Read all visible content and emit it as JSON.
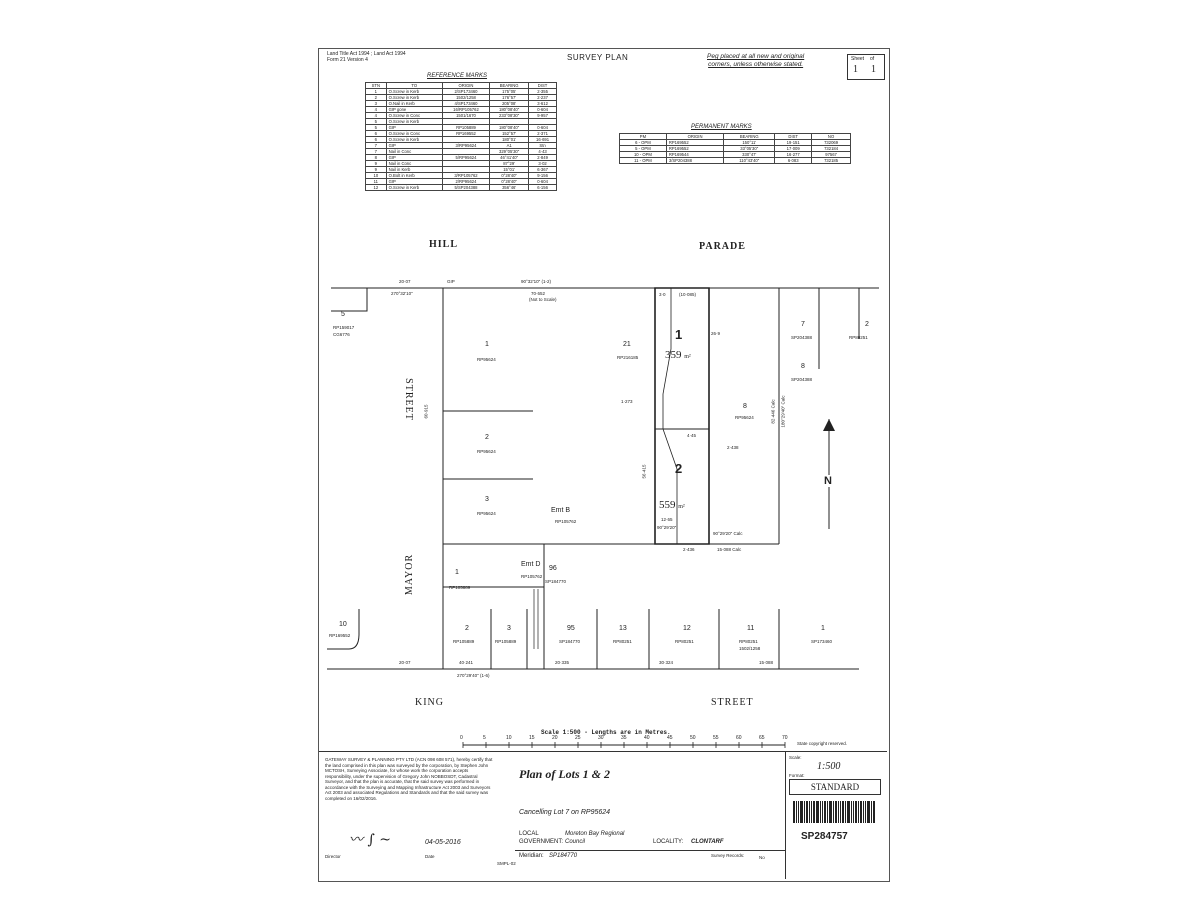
{
  "header": {
    "acts": "Land Title Act 1994 ; Land Act 1994",
    "form": "Form 21 Version 4",
    "title": "SURVEY PLAN",
    "peg_note_line1": "Peg placed at all new and original",
    "peg_note_line2": "corners, unless otherwise stated.",
    "sheet_label": "Sheet",
    "of_label": "of",
    "sheet_num": "1",
    "sheet_total": "1"
  },
  "reference_marks": {
    "caption": "REFERENCE MARKS",
    "columns": [
      "STN",
      "TO",
      "ORIGIN",
      "BEARING",
      "DIST"
    ],
    "rows": [
      [
        "1",
        "O.Screw in Kerb",
        "2/SP173460",
        "175°05'",
        "2·355"
      ],
      [
        "2",
        "O.Screw in Kerb",
        "1502/1258",
        "176°57'",
        "2·237"
      ],
      [
        "3",
        "O.Nail in Kerb",
        "4/SP173460",
        "205°08'",
        "3·612"
      ],
      [
        "4",
        "GIP gone",
        "16/RP105762",
        "180°08'40\"",
        "0·604"
      ],
      [
        "4",
        "O.Screw in Conc",
        "1501/1670",
        "233°08'30\"",
        "9·957"
      ],
      [
        "5",
        "O.Screw in Kerb",
        "",
        "",
        ""
      ],
      [
        "5",
        "GIP",
        "RP105889",
        "180°08'40\"",
        "0·604"
      ],
      [
        "6",
        "O.Screw in Conc",
        "RP169552",
        "152°57'",
        "2·371"
      ],
      [
        "6",
        "O.Screw in Kerb",
        "",
        "180°01'",
        "16·691"
      ],
      [
        "7",
        "GIP",
        "3/RP95624",
        "A1",
        "Stn"
      ],
      [
        "7",
        "Nail in Conc",
        "",
        "329°05'30\"",
        "4·43"
      ],
      [
        "8",
        "GIP",
        "5/RP95624",
        "46°41'40\"",
        "2·849"
      ],
      [
        "9",
        "Nail in Conc",
        "",
        "87°29'",
        "3·02"
      ],
      [
        "9",
        "Nail in Kerb",
        "",
        "15°01'",
        "6·367"
      ],
      [
        "10",
        "O.Bolt in Kerb",
        "3/RP105762",
        "0°28'40\"",
        "9·156"
      ],
      [
        "11",
        "GIP",
        "2/RP95624",
        "0°28'40\"",
        "0·604"
      ],
      [
        "12",
        "O.Screw in Kerb",
        "5/SP204388",
        "356°46'",
        "6·156"
      ]
    ]
  },
  "permanent_marks": {
    "caption": "PERMANENT MARKS",
    "columns": [
      "PM",
      "ORIGIN",
      "BEARING",
      "DIST",
      "NO"
    ],
    "rows": [
      [
        "6 - OPM",
        "RP169552",
        "150°11'",
        "19·151",
        "732069"
      ],
      [
        "5 - OPM",
        "RP169552",
        "33°05'30\"",
        "17·009",
        "732184"
      ],
      [
        "10 - OPM",
        "RP169544",
        "330°47'",
        "16·277",
        "97567"
      ],
      [
        "11 - OPM",
        "3/SP204388",
        "110°43'40\"",
        "6·083",
        "732185"
      ]
    ]
  },
  "streets": {
    "hill": "HILL",
    "parade": "PARADE",
    "mayor": "MAYOR",
    "street_left": "STREET",
    "king": "KING",
    "street_bottom": "STREET"
  },
  "lots": {
    "lot1_num": "1",
    "lot1_area": "359",
    "lot2_num": "2",
    "lot2_area": "559",
    "area_unit": "m²"
  },
  "neighbours": [
    {
      "num": "5",
      "rp": "RP159017",
      "plan": "CG6776"
    },
    {
      "num": "1",
      "rp": "RP95624"
    },
    {
      "num": "2",
      "rp": "RP95624"
    },
    {
      "num": "3",
      "rp": "RP95624"
    },
    {
      "num": "21",
      "rp": "RP216185"
    },
    {
      "num": "8",
      "rp": "RP95624"
    },
    {
      "num": "7",
      "rp": "SP204388"
    },
    {
      "num": "8",
      "rp": "SP204388"
    },
    {
      "num": "2",
      "rp": "RP80251"
    },
    {
      "num": "1",
      "rp": "RP105889"
    },
    {
      "num": "10",
      "rp": "RP169552"
    },
    {
      "num": "2",
      "rp": "RP105889"
    },
    {
      "num": "3",
      "rp": "RP105889"
    },
    {
      "num": "95",
      "rp": "SP184770"
    },
    {
      "num": "13",
      "rp": "RP80251"
    },
    {
      "num": "12",
      "rp": "RP80251"
    },
    {
      "num": "11",
      "rp": "RP80251",
      "plan": "1502/1258"
    },
    {
      "num": "1",
      "rp": "SP173460"
    }
  ],
  "easements": {
    "emt_b": "Emt B",
    "emt_b_rp": "RP105762",
    "emt_d": "Emt D",
    "emt_d_rp": "RP105762",
    "emt_96": "96",
    "emt_96_rp": "SP184770"
  },
  "dims": {
    "top_left": "20·07",
    "top_bearing": "270°32'10\"",
    "top_gip": "GIP",
    "top_line": "90°32'10\" (1-2)",
    "top_len": "70·652",
    "not_to_scale": "(Not to Scale)",
    "lot1_front": "3·0",
    "lot1_front2": "(10·085)",
    "mid_bearing": "90°29'20\" Calc",
    "mid_len": "15·088 Calc",
    "mid_len2": "2·436",
    "bottom_left": "20·07",
    "bottom_bearing": "270°29'40\" (1-6)",
    "bottom_len1": "40·241",
    "bottom_len2": "20·335",
    "bottom_len3": "30·324",
    "bottom_len4": "15·088",
    "side_len": "60·915",
    "lot2_bottom": "12·65",
    "lot2_bearing": "90°29'20\"",
    "dim_563": "56·415",
    "dim_269": "26·9",
    "dim_1273": "1·273",
    "dim_2438": "2·438",
    "dim_445": "4·45",
    "dim_cals": "82·446 Calc",
    "dim_cals2": "180°29'40\" Calc"
  },
  "scale_bar": {
    "caption": "Scale 1:500 - Lengths are in Metres.",
    "ticks": [
      "0",
      "5",
      "10",
      "15",
      "20",
      "25",
      "30",
      "35",
      "40",
      "45",
      "50",
      "55",
      "60",
      "65",
      "70"
    ],
    "copyright": "State copyright reserved."
  },
  "footer": {
    "surveyor_statement": "GATEWAY SURVEY & PLANNING PTY LTD (ACN 098 608 571), hereby certify that the land comprised in this plan was surveyed by the corporation, by Stephen John MCTOSH, Surveying Associate, for whose work the corporation accepts responsibility, under the supervision of Gregory John NOBBOSDT, Cadastral Surveyor, and that the plan is accurate, that the said survey was performed in accordance with the Surveying and Mapping Infrastructure Act 2003 and Surveyors Act 2003 and associated Regulations and Standards and that the said survey was completed on 16/02/2016.",
    "director_label": "Director",
    "date_label": "Date",
    "signature_date": "04-05-2016",
    "form_code": "SMPL-02",
    "plan_title": "Plan of Lots 1 & 2",
    "cancelling": "Cancelling Lot 7 on RP95624",
    "local_gov_label_1": "LOCAL",
    "local_gov_label_2": "GOVERNMENT:",
    "local_gov_value_1": "Moreton Bay Regional",
    "local_gov_value_2": "Council",
    "locality_label": "LOCALITY:",
    "locality_value": "CLONTARF",
    "meridian_label": "Meridian:",
    "meridian_value": "SP184770",
    "survey_records_label": "Survey Records:",
    "survey_records_value": "No",
    "scale_label": "Scale:",
    "scale_value": "1:500",
    "format_label": "Format:",
    "format_value": "STANDARD",
    "plan_number": "SP284757"
  },
  "north_label": "N"
}
